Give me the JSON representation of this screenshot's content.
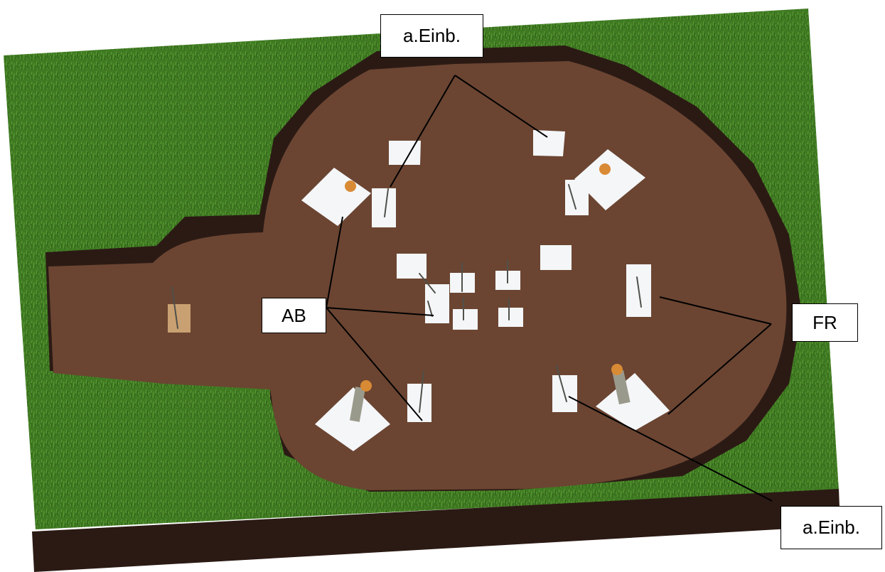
{
  "labels": {
    "top_einb": "a.Einb.",
    "ab": "AB",
    "fr": "FR",
    "bottom_einb": "a.Einb."
  },
  "colors": {
    "grass": "#3f7a22",
    "soil": "#6b4532",
    "dark_edge": "#2b1a14",
    "mat": "#f4f6f8",
    "post": "#9a9a8c",
    "stump": "#d98a35",
    "board": "#c9a071",
    "leader": "#000000"
  }
}
